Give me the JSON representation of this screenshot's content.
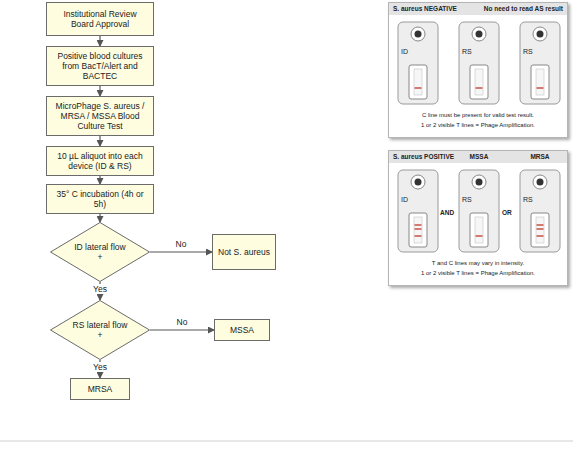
{
  "diagram": {
    "nodes": [
      {
        "text": [
          "Institutional Review Board Approval"
        ]
      },
      {
        "text": [
          "Positive blood cultures from BacT/Alert and BACTEC"
        ]
      },
      {
        "text": [
          "MicroPhage S. aureus / MRSA / MSSA Blood Culture Test"
        ]
      },
      {
        "text": [
          "10 µL aliquot into each device (ID & RS)"
        ]
      },
      {
        "text": [
          "35° C incubation (4h or 5h)"
        ]
      },
      {
        "text": [
          "ID lateral flow +"
        ]
      },
      {
        "text": [
          "Not S. aureus"
        ]
      },
      {
        "text": [
          "RS lateral flow +"
        ]
      },
      {
        "text": [
          "MSSA"
        ]
      },
      {
        "text": [
          "MRSA"
        ]
      },
      {
        "text": [
          "S. aureus NEGATIVE",
          "No need to read AS result",
          "C line must be present for valid test result.",
          "1 or 2 visible T lines = Phage Amplification."
        ]
      },
      {
        "text": [
          "ID"
        ],
        "in": 10
      },
      {
        "text": [
          "RS"
        ],
        "in": 10
      },
      {
        "text": [
          "RS"
        ],
        "in": 10
      },
      {
        "text": [
          "S. aureus POSITIVE",
          "T and C lines may vary in intensity.",
          "1 or 2 visible T lines = Phage Amplification."
        ]
      },
      {
        "text": [
          "ID"
        ],
        "in": 14
      },
      {
        "text": [
          "MSSA",
          "RS"
        ],
        "in": 14
      },
      {
        "text": [
          "MRSA",
          "RS"
        ],
        "in": 14
      }
    ],
    "edges": [
      {
        "from": 0,
        "to": 1,
        "arrow": "to"
      },
      {
        "from": 1,
        "to": 2,
        "arrow": "to"
      },
      {
        "from": 2,
        "to": 3,
        "arrow": "to"
      },
      {
        "from": 3,
        "to": 4,
        "arrow": "to"
      },
      {
        "from": 4,
        "to": 5,
        "arrow": "to"
      },
      {
        "from": 5,
        "to": 6,
        "label": "No",
        "arrow": "to"
      },
      {
        "from": 5,
        "to": 7,
        "label": "Yes",
        "arrow": "to"
      },
      {
        "from": 7,
        "to": 8,
        "label": "No",
        "arrow": "to"
      },
      {
        "from": 7,
        "to": 9,
        "label": "Yes",
        "arrow": "to"
      }
    ],
    "labels": [
      "AND",
      "OR"
    ]
  }
}
